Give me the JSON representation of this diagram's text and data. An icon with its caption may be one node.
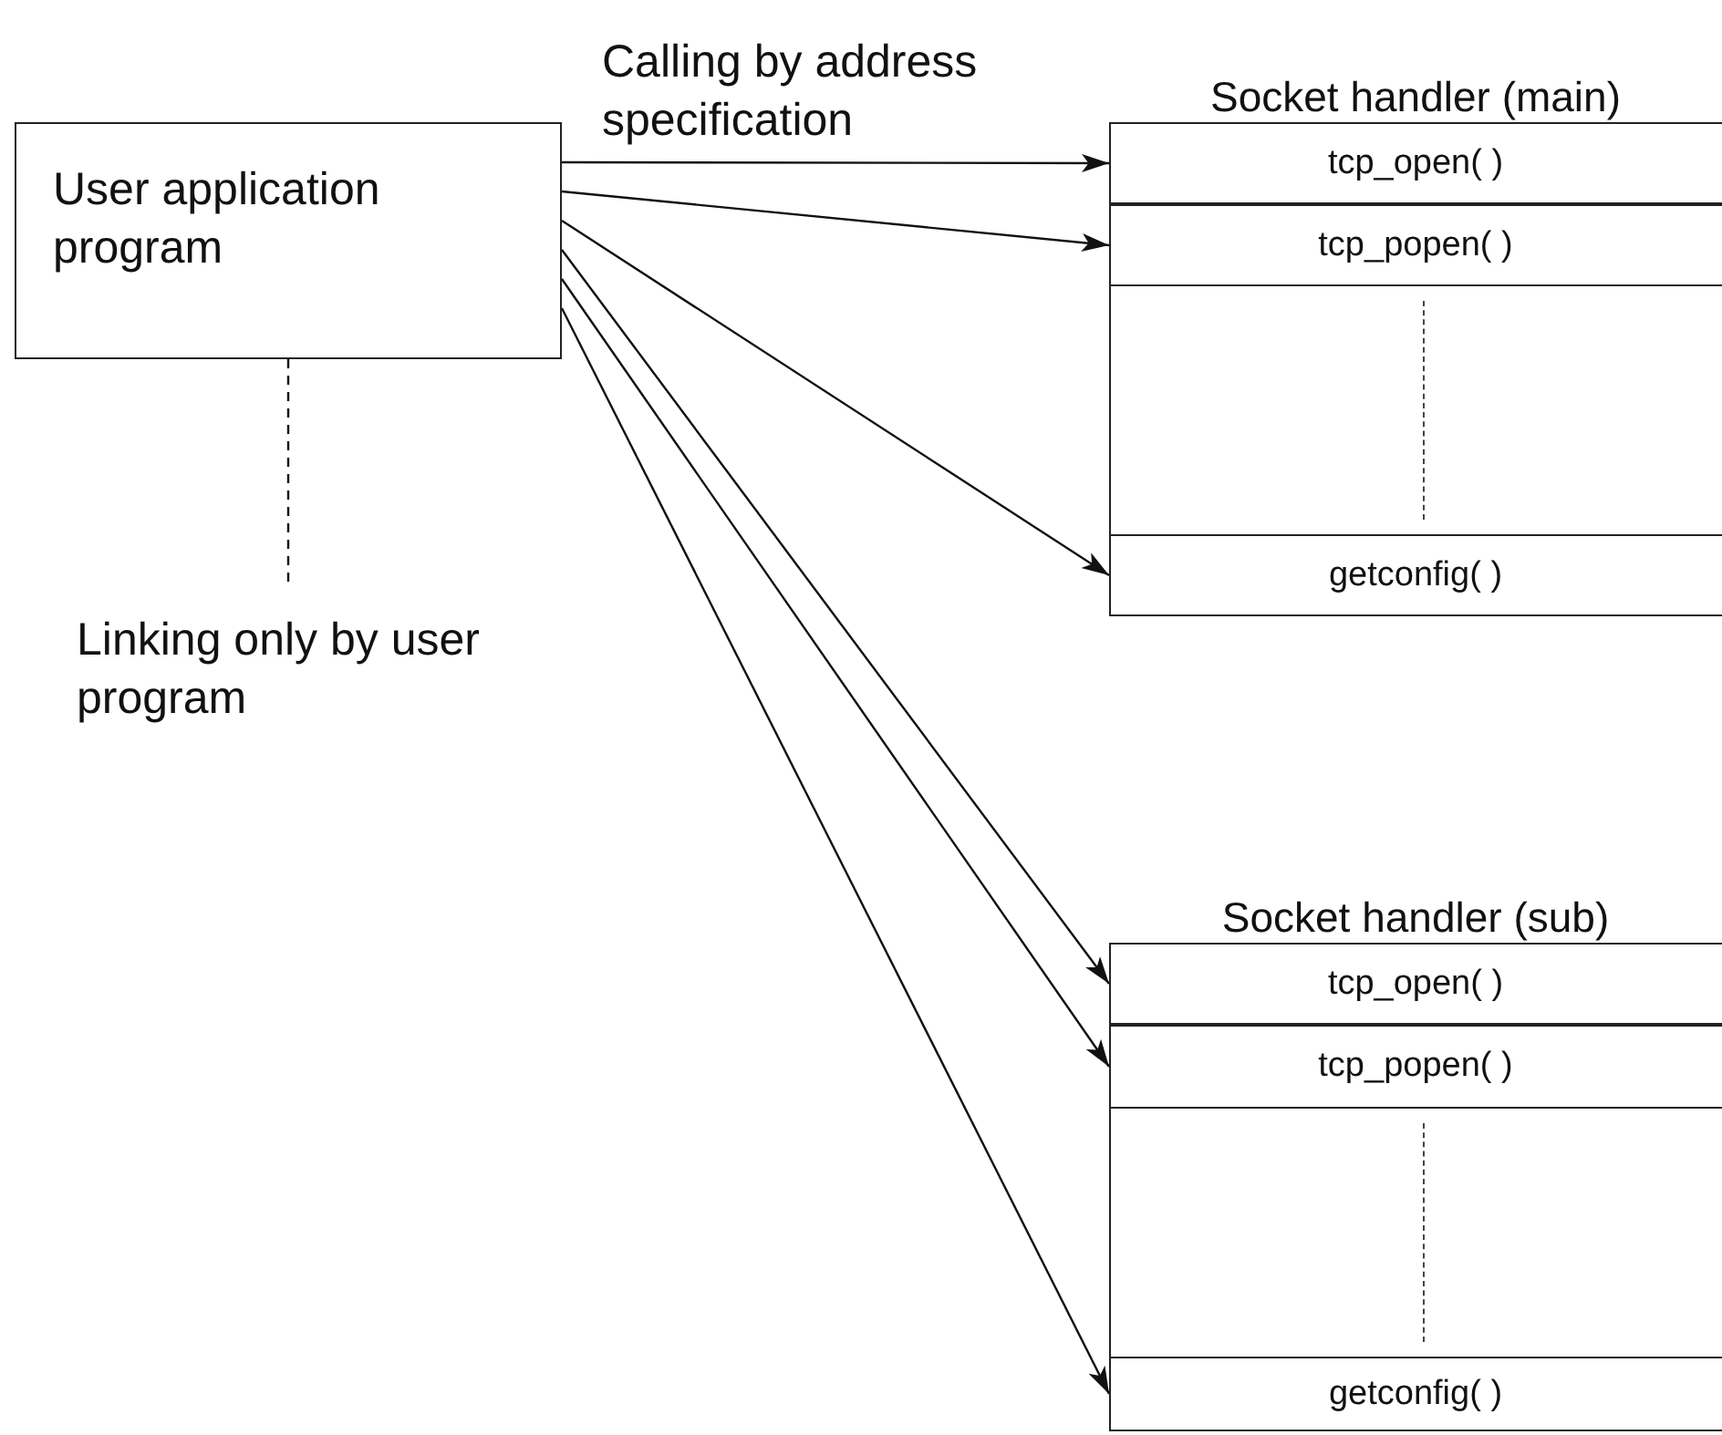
{
  "diagram": {
    "nodes": [
      {
        "text": [
          "User application program"
        ]
      },
      {
        "text": [
          "Socket handler (main)"
        ]
      },
      {
        "text": [
          "tcp_open( )"
        ],
        "in": 1
      },
      {
        "text": [
          "tcp_popen( )"
        ],
        "in": 1
      },
      {
        "text": [
          "getconfig( )"
        ],
        "in": 1
      },
      {
        "text": [
          "Socket handler (sub)"
        ]
      },
      {
        "text": [
          "tcp_open( )"
        ],
        "in": 5
      },
      {
        "text": [
          "tcp_popen( )"
        ],
        "in": 5
      },
      {
        "text": [
          "getconfig( )"
        ],
        "in": 5
      },
      {
        "text": [
          "Linking only by user program"
        ]
      }
    ],
    "edges": [
      {
        "from": 0,
        "to": 2,
        "arrow": "to"
      },
      {
        "from": 0,
        "to": 3,
        "arrow": "to"
      },
      {
        "from": 0,
        "to": 4,
        "arrow": "to"
      },
      {
        "from": 0,
        "to": 6,
        "arrow": "to"
      },
      {
        "from": 0,
        "to": 7,
        "arrow": "to"
      },
      {
        "from": 0,
        "to": 8,
        "arrow": "to"
      },
      {
        "from": 0,
        "to": 9,
        "arrow": "none",
        "style": "dashed"
      }
    ],
    "labels": [
      "Calling by address specification"
    ]
  }
}
